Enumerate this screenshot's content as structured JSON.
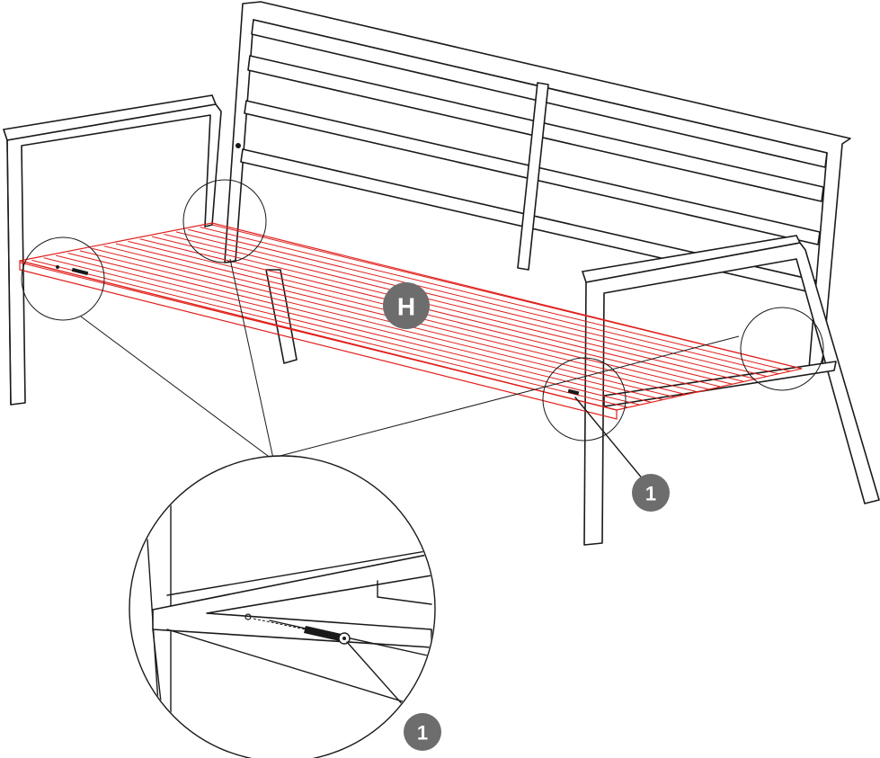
{
  "callouts": {
    "panel_label": "H",
    "part_number_right": "1",
    "part_number_detail": "1"
  },
  "colors": {
    "line": "#1a1a1a",
    "slat_highlight": "#e0201c",
    "badge_fill": "#6d6d6d",
    "badge_text": "#ffffff"
  }
}
